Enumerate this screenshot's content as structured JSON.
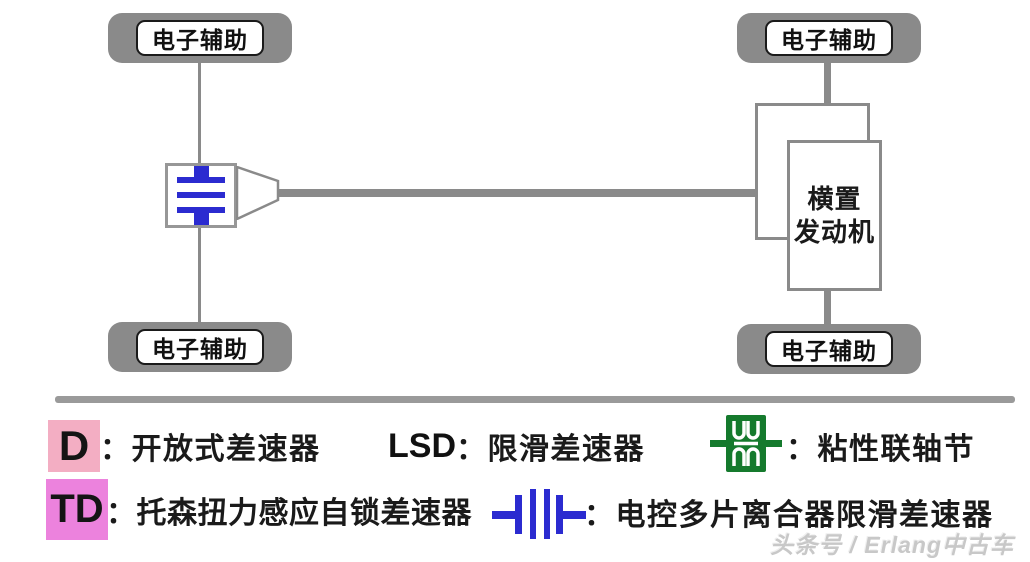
{
  "diagram": {
    "wheel_label": "电子辅助",
    "engine_label_line1": "横置",
    "engine_label_line2": "发动机",
    "front_axle_symbol_icon": "multi-plate-clutch-icon"
  },
  "legend": {
    "d_key": "D",
    "d_desc": "：开放式差速器",
    "lsd_key": "LSD",
    "lsd_desc": "：限滑差速器",
    "viscous_icon": "viscous-coupling-icon",
    "viscous_desc": "：粘性联轴节",
    "td_key": "TD",
    "td_desc": "：托森扭力感应自锁差速器",
    "clutch_icon": "multi-plate-clutch-icon",
    "clutch_desc": "：电控多片离合器限滑差速器"
  },
  "watermark": "头条号 / Erlang中古车",
  "colors": {
    "wheel_gray": "#8a8a8a",
    "box_border_gray": "#979797",
    "clutch_blue": "#2b2bd0",
    "viscous_green": "#157a2d",
    "d_chip_pink": "#f3aec3",
    "td_chip_magenta": "#ec82dd",
    "divider_gray": "#9a9a9a",
    "watermark_gray": "#c8c8c8"
  }
}
